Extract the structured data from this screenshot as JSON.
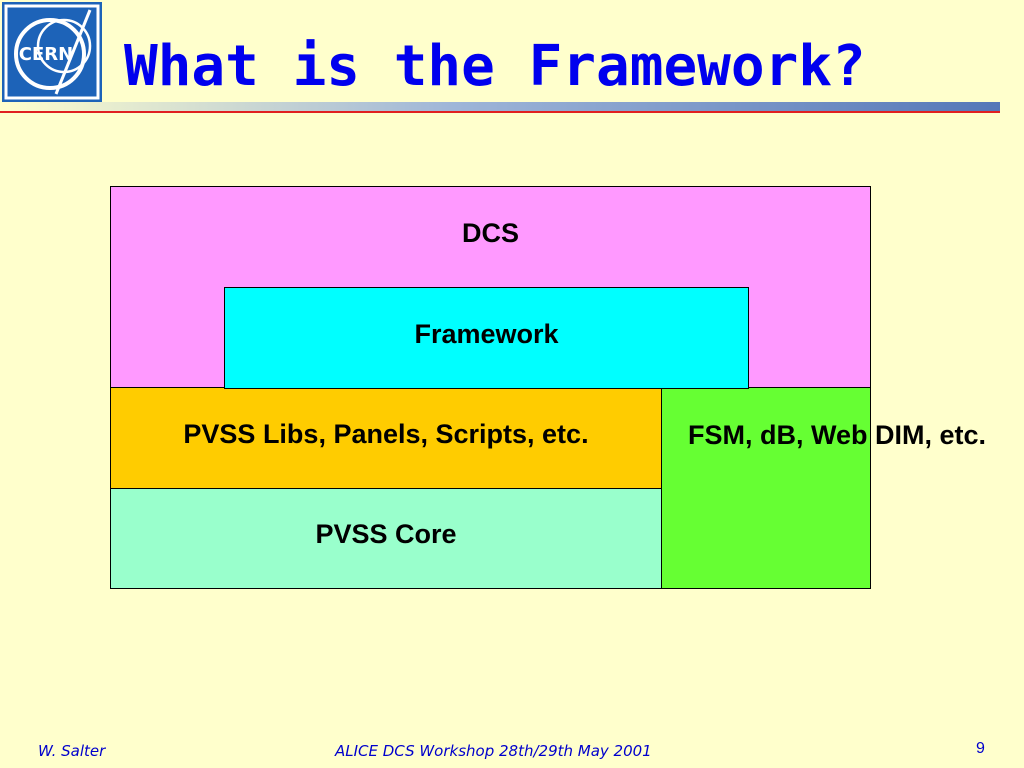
{
  "slide": {
    "title": "What is the Framework?",
    "logo_text": "CERN",
    "page_number": "9"
  },
  "diagram": {
    "dcs": "DCS",
    "framework": "Framework",
    "pvss_libs": "PVSS Libs, Panels, Scripts, etc.",
    "pvss_core": "PVSS Core",
    "fsm": "FSM,\ndB, Web\nDIM, etc."
  },
  "footer": {
    "author": "W. Salter",
    "event": "ALICE DCS Workshop 28th/29th May 2001"
  },
  "colors": {
    "background": "#ffffcc",
    "title": "#0000ee",
    "dcs": "#ff99ff",
    "framework": "#00ffff",
    "pvss_libs": "#ffcc00",
    "pvss_core": "#99ffcc",
    "fsm": "#66ff33"
  }
}
